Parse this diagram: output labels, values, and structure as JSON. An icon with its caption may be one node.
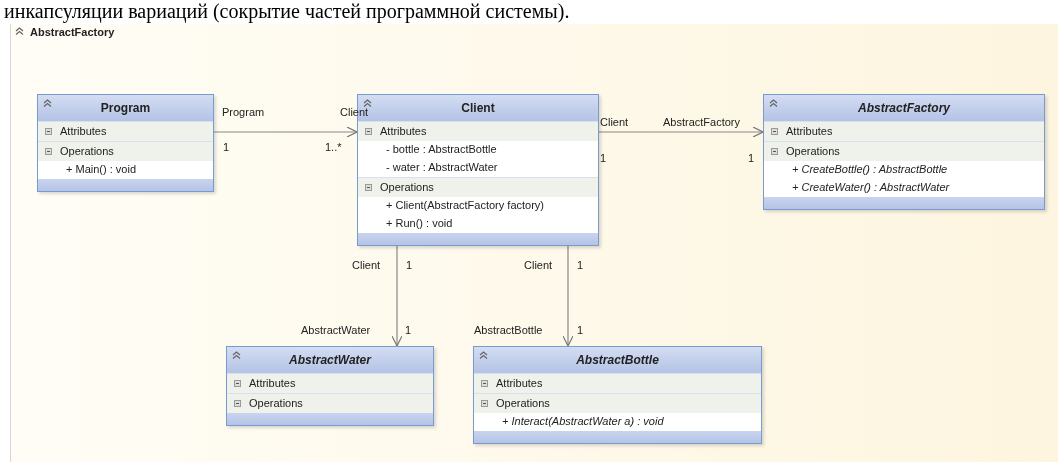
{
  "diagram": {
    "title": "AbstractFactory",
    "nodes": [
      {
        "text": [
          "Program",
          "Attributes",
          "Operations",
          "+ Main() : void"
        ]
      },
      {
        "text": [
          "Client",
          "Attributes",
          "- bottle : AbstractBottle",
          "- water : AbstractWater",
          "Operations",
          "+ Client(AbstractFactory factory)",
          "+ Run() : void"
        ]
      },
      {
        "text": [
          "AbstractFactory",
          "Attributes",
          "Operations",
          "+ CreateBottle() : AbstractBottle",
          "+ CreateWater() : AbstractWater"
        ]
      },
      {
        "text": [
          "AbstractWater",
          "Attributes",
          "Operations"
        ]
      },
      {
        "text": [
          "AbstractBottle",
          "Attributes",
          "Operations",
          "+ Interact(AbstractWater a) : void"
        ]
      }
    ],
    "edges": [
      {
        "from": 0,
        "to": 1,
        "arrow": "to"
      },
      {
        "from": 1,
        "to": 2,
        "arrow": "to"
      },
      {
        "from": 1,
        "to": 3,
        "arrow": "to"
      },
      {
        "from": 1,
        "to": 4,
        "arrow": "to"
      }
    ],
    "labels": [
      "инкапсуляции вариаций (сокрытие частей программной системы).",
      "Program",
      "Client",
      "Client",
      "AbstractFactory",
      "1",
      "1..*",
      "1",
      "1",
      "Client",
      "1",
      "Client",
      "1",
      "AbstractWater",
      "1",
      "AbstractBottle",
      "1"
    ]
  }
}
